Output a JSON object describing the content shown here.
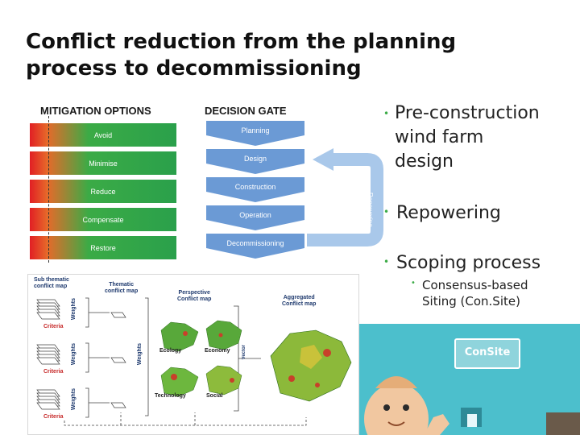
{
  "slide": {
    "title": "Conflict reduction from the planning\nprocess to decommissioning"
  },
  "mitigation_figure": {
    "headers": {
      "options": "MITIGATION OPTIONS",
      "gate": "DECISION GATE"
    },
    "options": [
      "Avoid",
      "Minimise",
      "Reduce",
      "Compensate",
      "Restore"
    ],
    "gates": [
      "Planning",
      "Design",
      "Construction",
      "Operation",
      "Decommissioning"
    ],
    "loop_label": "Repowering",
    "colors": {
      "red": "#e11f24",
      "green": "#2aa04b",
      "arrow_blue": "#5b8fd0",
      "loop_blue": "#a9c8ea"
    }
  },
  "conflict_figure": {
    "sub_thematic": "Sub thematic\nconflict map",
    "thematic": "Thematic\nconflict map",
    "perspective": "Perspective\nConflict map",
    "aggregated": "Aggregated\nConflict map",
    "criteria": [
      "Criteria",
      "Criteria",
      "Criteria"
    ],
    "weights": [
      "Weights",
      "Weights",
      "Weights",
      "Weights"
    ],
    "vector_label": "Vector",
    "maps": [
      "Ecology",
      "Economy",
      "Technology",
      "Social"
    ]
  },
  "bullets": {
    "items": [
      {
        "text": "Pre-construction\nwind farm\ndesign",
        "level": 1
      },
      {
        "text": "Repowering",
        "level": 1
      },
      {
        "text": "Scoping process",
        "level": 1
      },
      {
        "text": "Consensus-based\nSiting (Con.Site)",
        "level": 2
      }
    ],
    "bullet_color": "#3bab46"
  },
  "cartoon": {
    "sign_text": "ConSite",
    "background": "#4cbfcc"
  }
}
